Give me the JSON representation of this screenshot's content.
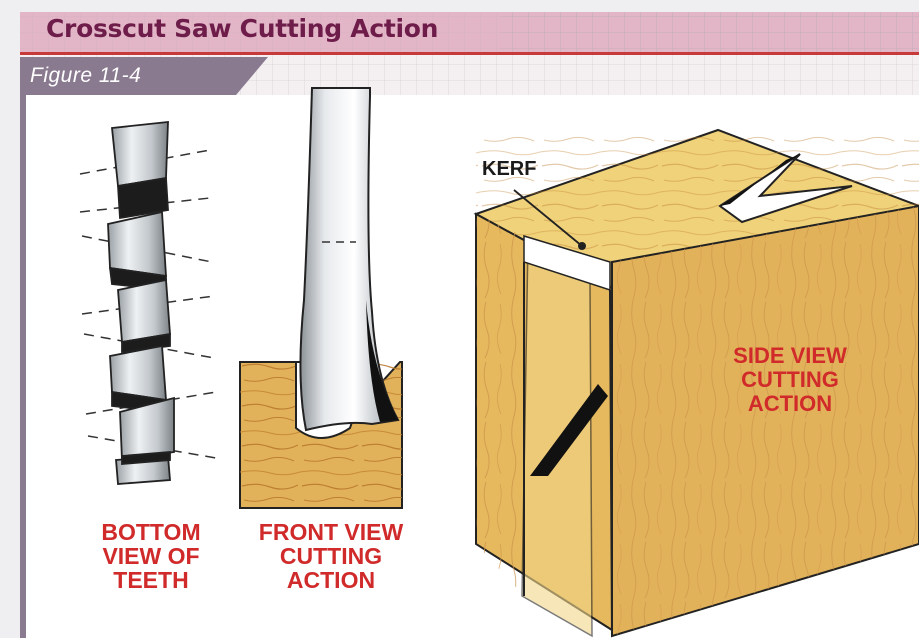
{
  "header": {
    "title": "Crosscut Saw Cutting Action",
    "figure_label": "Figure 11-4"
  },
  "labels": {
    "kerf": "KERF",
    "bottom_view": [
      "BOTTOM",
      "VIEW OF",
      "TEETH"
    ],
    "front_view": [
      "FRONT VIEW",
      "CUTTING",
      "ACTION"
    ],
    "side_view": [
      "SIDE VIEW",
      "CUTTING",
      "ACTION"
    ]
  },
  "colors": {
    "title_text": "#6e1c4a",
    "title_bar": "#e3b6c7",
    "accent_line": "#c63a3a",
    "figure_bar": "#8a7a90",
    "panel": "#ffffff",
    "wood_face": "#e2b25a",
    "wood_light": "#f0d27a",
    "caption_red": "#d02a2a"
  }
}
